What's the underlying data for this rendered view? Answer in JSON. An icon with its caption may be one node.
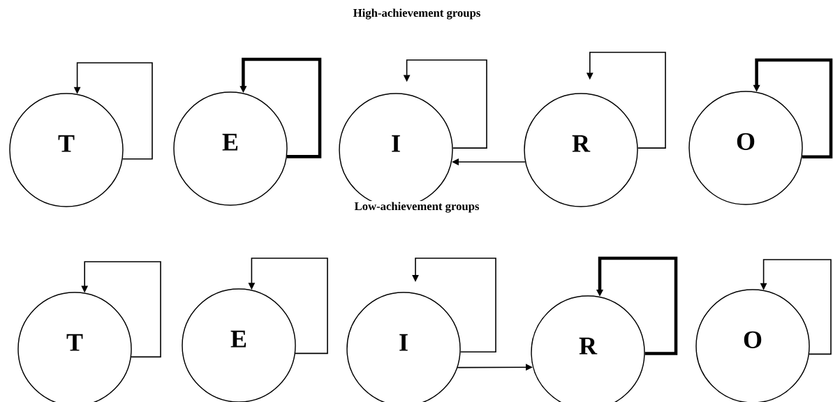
{
  "diagram": {
    "nodes": [
      {
        "text": [
          "T"
        ]
      },
      {
        "text": [
          "E"
        ]
      },
      {
        "text": [
          "I"
        ]
      },
      {
        "text": [
          "R"
        ]
      },
      {
        "text": [
          "O"
        ]
      },
      {
        "text": [
          "T"
        ]
      },
      {
        "text": [
          "E"
        ]
      },
      {
        "text": [
          "I"
        ]
      },
      {
        "text": [
          "R"
        ]
      },
      {
        "text": [
          "O"
        ]
      }
    ],
    "edges": [
      {
        "from": 0,
        "to": 0,
        "arrow": "to"
      },
      {
        "from": 1,
        "to": 1,
        "arrow": "to",
        "style": "thick"
      },
      {
        "from": 2,
        "to": 2,
        "arrow": "to"
      },
      {
        "from": 3,
        "to": 3,
        "arrow": "to"
      },
      {
        "from": 4,
        "to": 4,
        "arrow": "to",
        "style": "thick"
      },
      {
        "from": 3,
        "to": 2,
        "arrow": "to"
      },
      {
        "from": 5,
        "to": 5,
        "arrow": "to"
      },
      {
        "from": 6,
        "to": 6,
        "arrow": "to"
      },
      {
        "from": 7,
        "to": 7,
        "arrow": "to"
      },
      {
        "from": 8,
        "to": 8,
        "arrow": "to",
        "style": "thick"
      },
      {
        "from": 9,
        "to": 9,
        "arrow": "to"
      },
      {
        "from": 7,
        "to": 8,
        "arrow": "to"
      }
    ],
    "labels": [
      "High-achievement groups",
      "Low-achievement groups"
    ]
  }
}
